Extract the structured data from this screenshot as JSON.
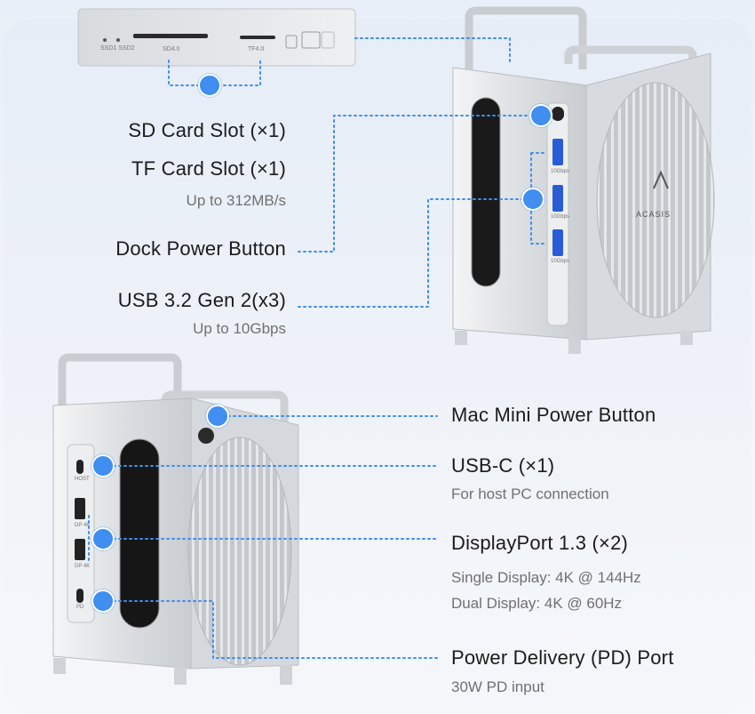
{
  "features": {
    "sd_slot": "SD Card Slot (×1)",
    "tf_slot": "TF Card Slot (×1)",
    "card_speed": "Up to 312MB/s",
    "dock_power": "Dock Power Button",
    "usb": "USB 3.2 Gen 2(x3)",
    "usb_speed": "Up to 10Gbps",
    "mac_power": "Mac Mini Power Button",
    "usbc": "USB-C (×1)",
    "usbc_note": "For host PC connection",
    "dp": "DisplayPort 1.3 (×2)",
    "dp_single": "Single Display: 4K @ 144Hz",
    "dp_dual": "Dual Display: 4K @ 60Hz",
    "pd": "Power Delivery (PD) Port",
    "pd_note": "30W PD input"
  },
  "labels": {
    "ssd_leds": "SSD1 SSD2",
    "sd_mark": "SD4.0",
    "tf_mark": "TF4.0",
    "usb_speed": "10Gbps",
    "brand": "ACASIS",
    "host_mark": "HOST",
    "dp_mark": "DP 4K",
    "pd_mark": "PD"
  },
  "colors": {
    "accent_dot": "#3f8ef0",
    "text_main": "#1b1b1b",
    "text_sub": "#707070"
  }
}
